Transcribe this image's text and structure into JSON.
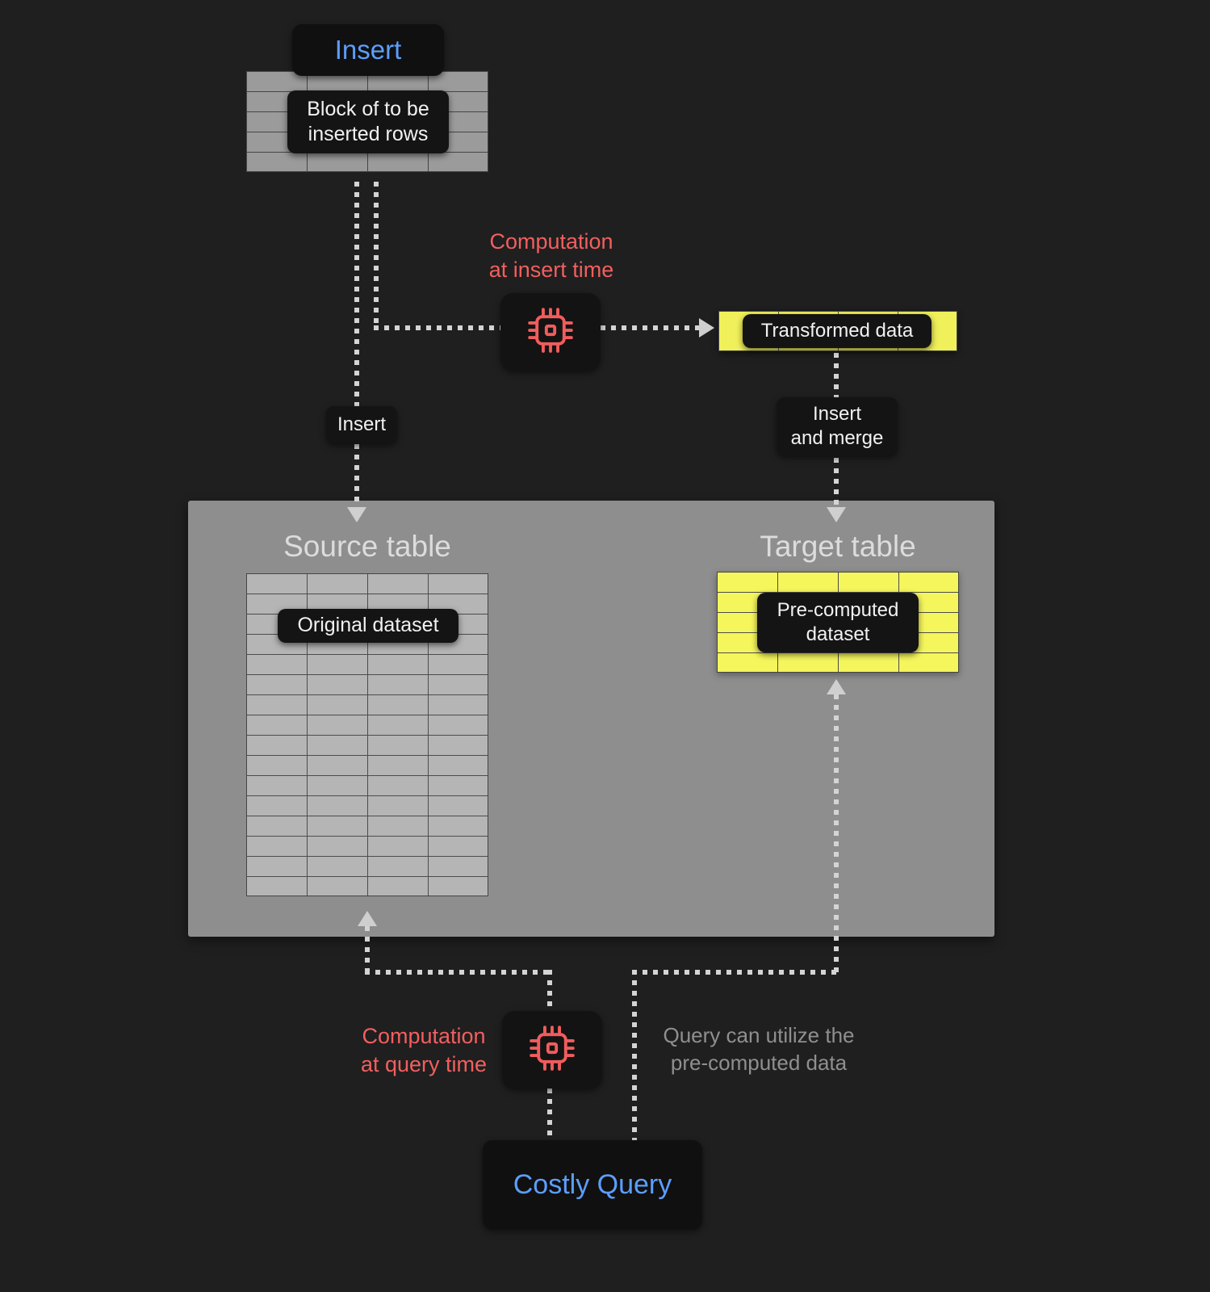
{
  "colors": {
    "background": "#1f1f1f",
    "accent_blue": "#5c9eff",
    "accent_red": "#f25f5f",
    "table_yellow": "#f5f55c",
    "panel_gray": "#8e8e8e",
    "connector_dot": "#d4d4d4"
  },
  "nodes": {
    "insert_title": "Insert",
    "block_label": "Block of to be\ninserted rows",
    "computation_insert_time": "Computation\nat insert time",
    "transformed_data": "Transformed data",
    "edge_insert": "Insert",
    "edge_insert_merge": "Insert\nand merge",
    "source_table_title": "Source table",
    "original_dataset": "Original dataset",
    "target_table_title": "Target table",
    "precomputed_dataset": "Pre-computed\ndataset",
    "computation_query_time": "Computation\nat query time",
    "query_note": "Query can utilize the\npre-computed data",
    "costly_query": "Costly Query"
  },
  "icons": {
    "cpu_icon": "cpu-chip"
  }
}
